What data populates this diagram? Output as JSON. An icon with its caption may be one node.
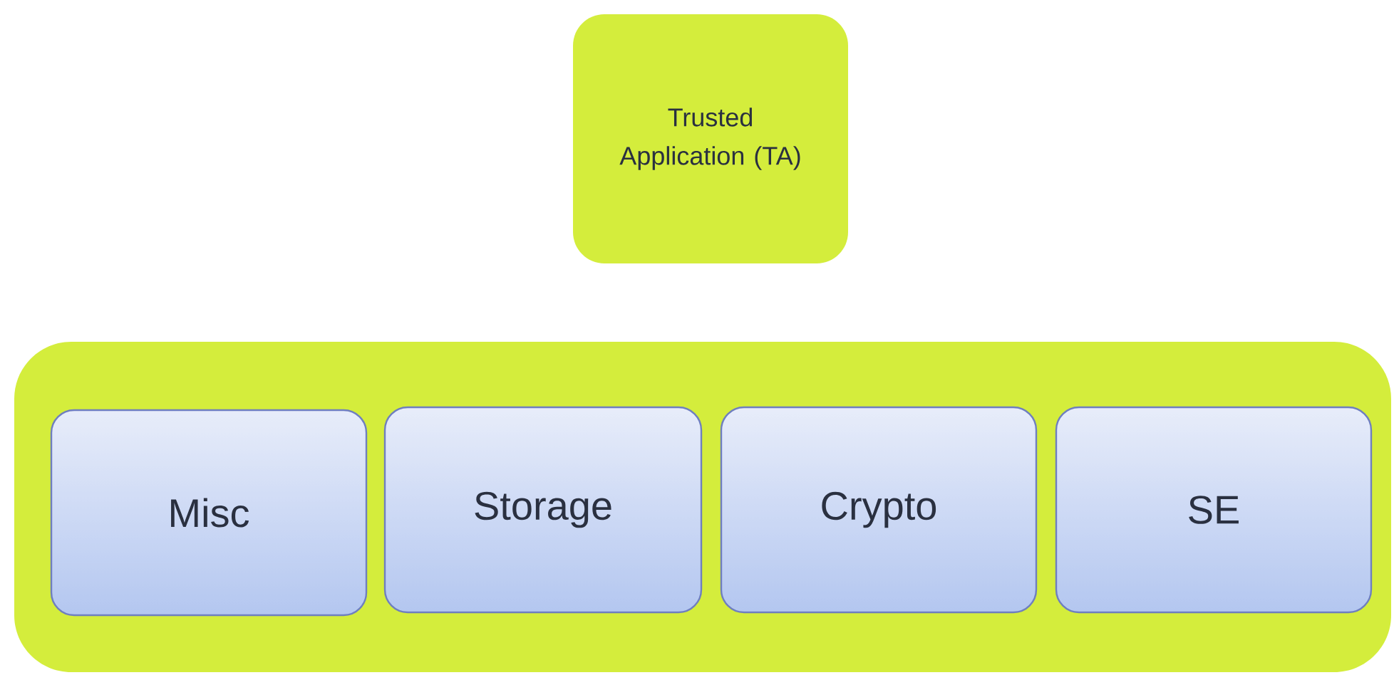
{
  "diagram": {
    "nodes": [
      {
        "text": [
          "Trusted Application (TA)"
        ]
      },
      {
        "text": [],
        "shape": "box"
      },
      {
        "text": [
          "Misc"
        ],
        "in": 1
      },
      {
        "text": [
          "Storage"
        ],
        "in": 1
      },
      {
        "text": [
          "Crypto"
        ],
        "in": 1
      },
      {
        "text": [
          "SE"
        ],
        "in": 1
      }
    ]
  }
}
